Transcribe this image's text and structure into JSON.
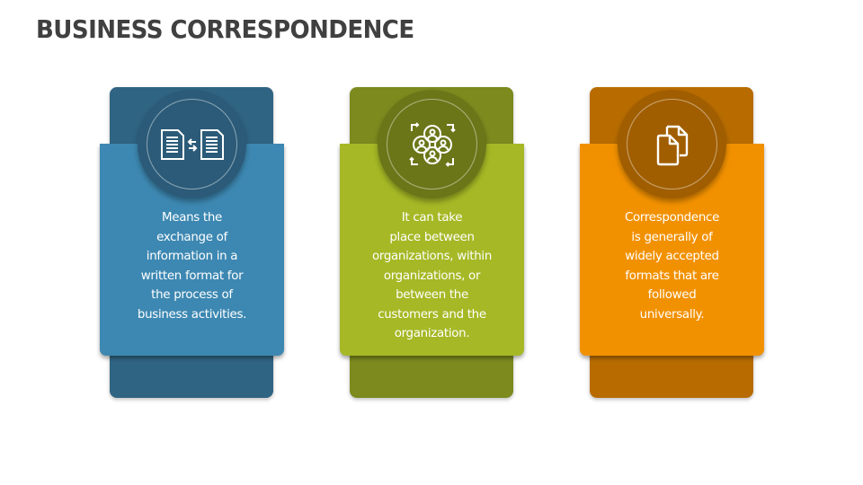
{
  "title": "BUSINESS CORRESPONDENCE",
  "cards": [
    {
      "icon": "document-exchange-icon",
      "colors": {
        "back": "#2F6482",
        "front": "#3D88B2",
        "circle": "#2B5B78"
      },
      "lines": [
        "Means the",
        "exchange of",
        "information in a",
        "written format for",
        "the process of",
        "business activities."
      ]
    },
    {
      "icon": "people-network-icon",
      "colors": {
        "back": "#7C8A1E",
        "front": "#A6B825",
        "circle": "#6B7619"
      },
      "lines": [
        "It can take",
        "place between",
        "organizations, within",
        "organizations, or",
        "between the",
        "customers and the",
        "organization."
      ]
    },
    {
      "icon": "copy-documents-icon",
      "colors": {
        "back": "#B86C00",
        "front": "#F29100",
        "circle": "#A05E00"
      },
      "lines": [
        "Correspondence",
        "is generally of",
        "widely accepted",
        "formats that are",
        "followed",
        "universally."
      ]
    }
  ]
}
